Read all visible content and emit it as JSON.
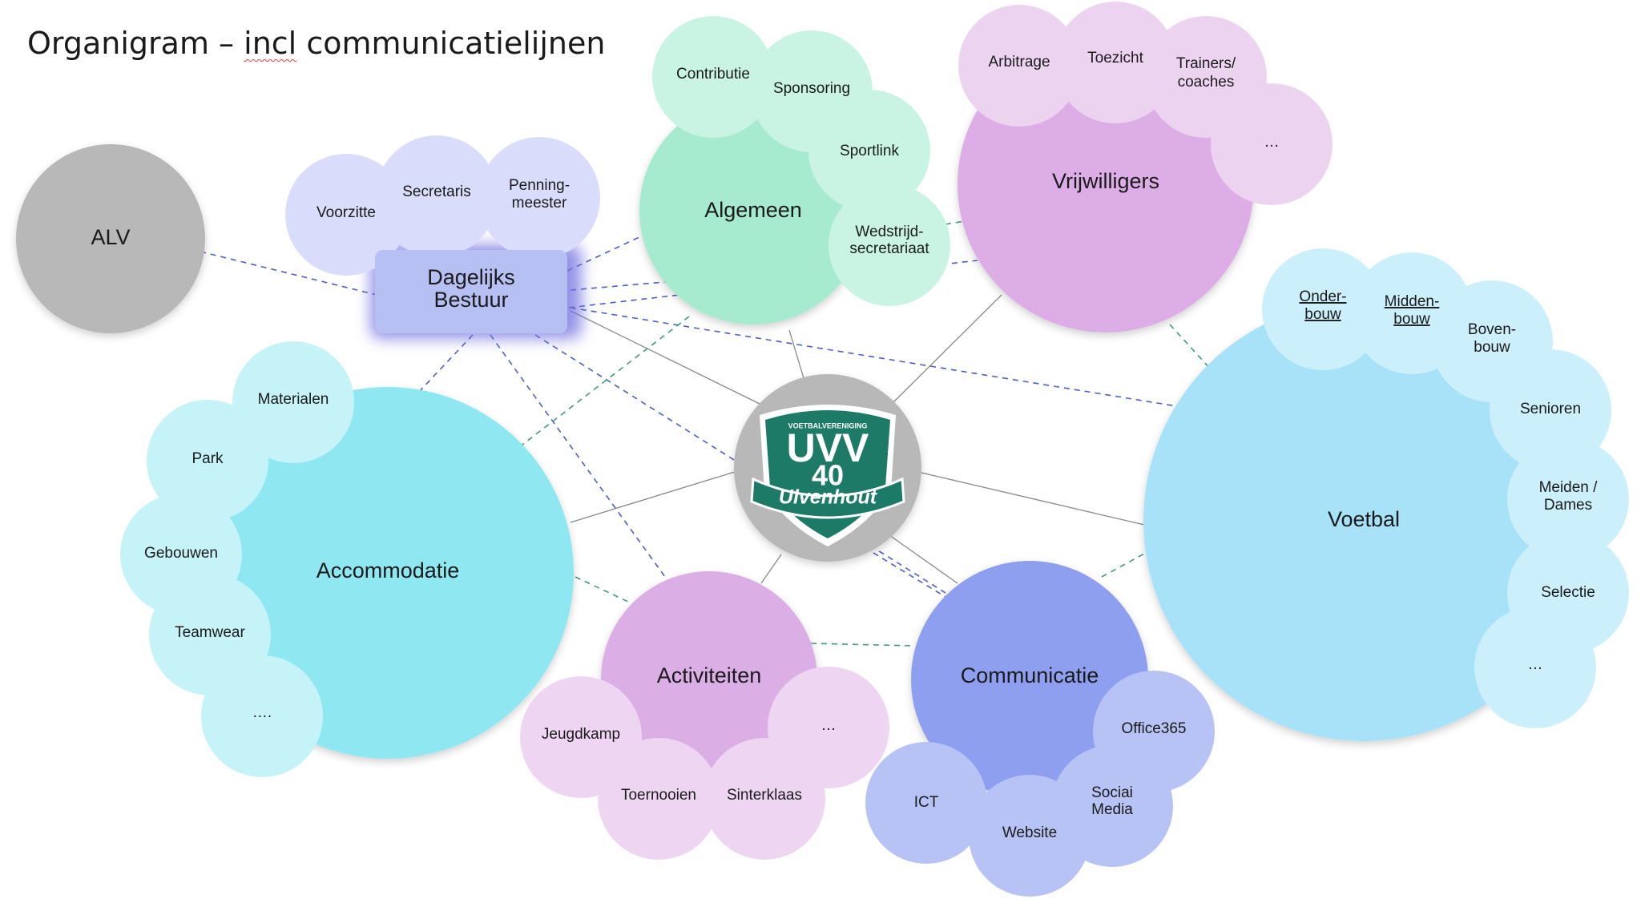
{
  "title": {
    "prefix": "Organigram –",
    "underlined": "incl",
    "suffix": "communicatielijnen"
  },
  "center_logo": {
    "top": "VOETBALVERENIGING",
    "main": "UVV",
    "number": "40",
    "ribbon": "Ulvenhout"
  },
  "nodes": {
    "alv": "ALV",
    "db": [
      "Dagelijks",
      "Bestuur"
    ],
    "db_roles": [
      "Voorzitte",
      "Secretaris",
      [
        "Penning-",
        "meester"
      ]
    ],
    "algemeen": "Algemeen",
    "algemeen_items": [
      "Contributie",
      "Sponsoring",
      "Sportlink",
      [
        "Wedstrijd-",
        "secretariaat"
      ]
    ],
    "vrijwilligers": "Vrijwilligers",
    "vrijwilligers_items": [
      "Arbitrage",
      "Toezicht",
      [
        "Trainers/",
        "coaches"
      ],
      "…"
    ],
    "accommodatie": "Accommodatie",
    "accommodatie_items": [
      "Materialen",
      "Park",
      "Gebouwen",
      "Teamwear",
      "…."
    ],
    "voetbal": "Voetbal",
    "voetbal_items": [
      [
        "Onder-",
        "bouw"
      ],
      [
        "Midden-",
        "bouw"
      ],
      [
        "Boven-",
        "bouw"
      ],
      "Senioren",
      [
        "Meiden /",
        "Dames"
      ],
      "Selectie",
      "…"
    ],
    "activiteiten": "Activiteiten",
    "activiteiten_items": [
      "Jeugdkamp",
      "Toernooien",
      "Sinterklaas",
      "…"
    ],
    "communicatie": "Communicatie",
    "communicatie_items": [
      "Office365",
      [
        "Sociai",
        "Media"
      ],
      "Website",
      "ICT"
    ]
  },
  "colors": {
    "alv": "#b8b8b8",
    "db": "#b7c0f2",
    "db_glow": "#6f6fe0",
    "db_roles": "#d9dcfa",
    "algemeen": "#a6ead0",
    "algemeen_items": "#c9f4e3",
    "vrijwilligers": "#ddaee6",
    "vrijwilligers_items": "#ecd4f1",
    "accommodatie": "#8ee7f1",
    "accommodatie_items": "#c6f3f8",
    "voetbal": "#a8e2f8",
    "voetbal_items": "#ccf0fb",
    "activiteiten": "#dbaee6",
    "activiteiten_items": "#eed6f2",
    "communicatie": "#8e9ff0",
    "communicatie_items": "#b7c3f4",
    "logo_green": "#1c7a66",
    "line_blue": "#4a5fc8",
    "line_green": "#3d9a84",
    "line_gray": "#888888"
  }
}
